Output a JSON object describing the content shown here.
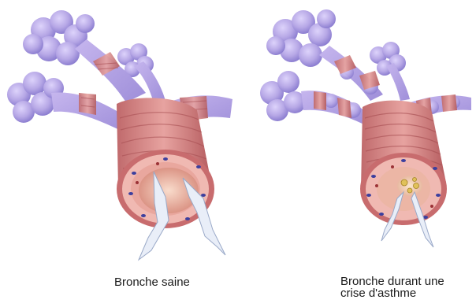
{
  "figure": {
    "captions": {
      "healthy": "Bronche saine",
      "asthma_line1": "Bronche durant une",
      "asthma_line2": "crise d'asthme"
    },
    "colors": {
      "alveoli": "#b7a8e6",
      "alveoli_dark": "#8d7fd1",
      "muscle": "#d98a88",
      "muscle_dark": "#b85f62",
      "lumen": "#f3c9b4",
      "wall_inner": "#f7d7cf",
      "arrow": "#e9eef8"
    }
  }
}
